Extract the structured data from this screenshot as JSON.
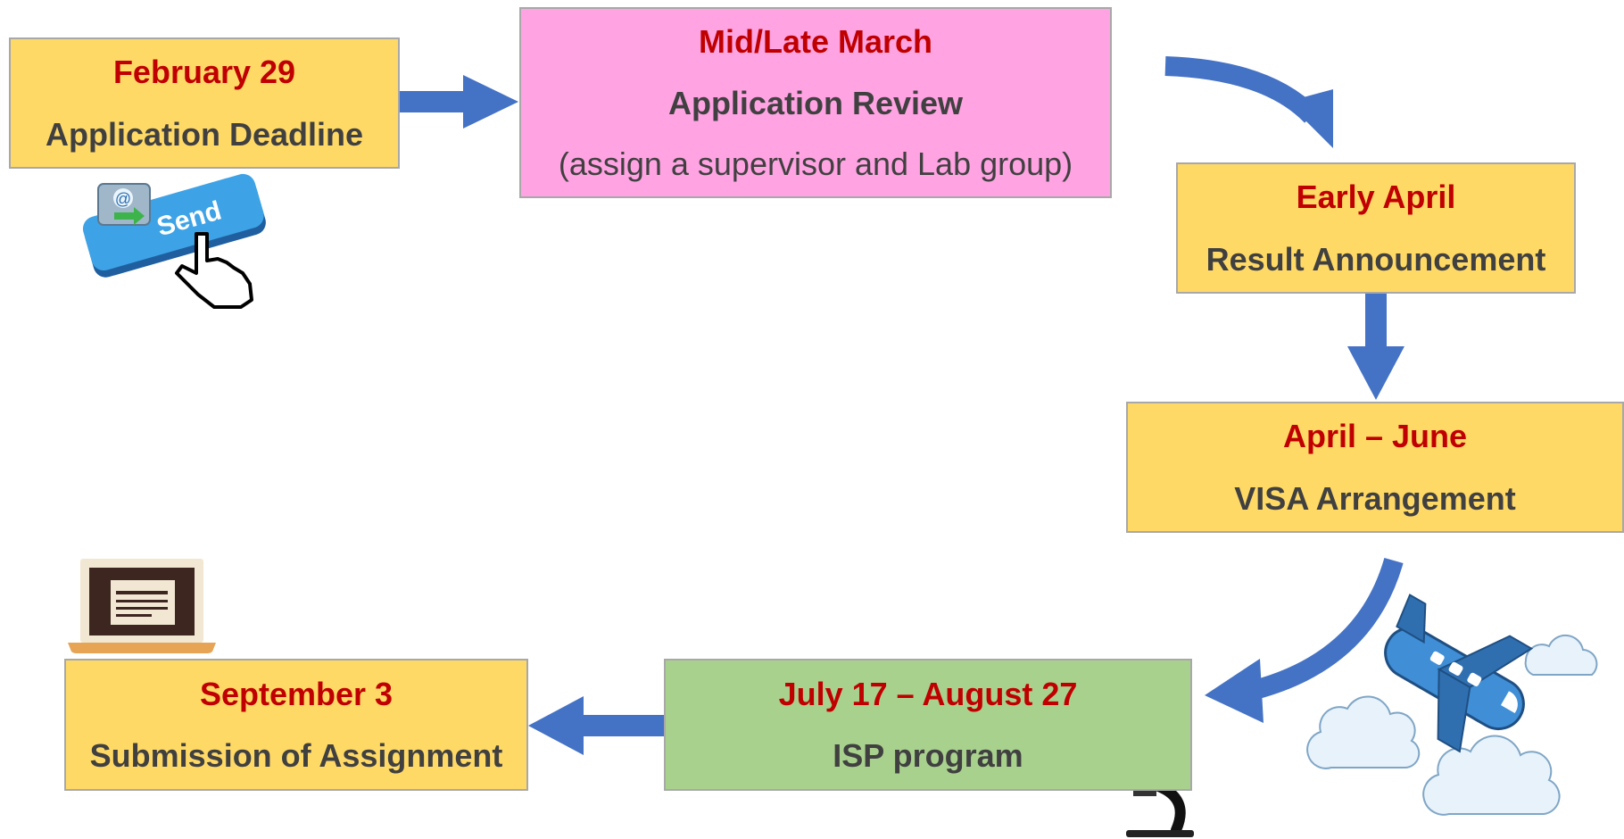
{
  "colors": {
    "yellow": "#ffd966",
    "pink": "#ffa3e3",
    "green": "#a9d18e",
    "arrow": "#4472c4",
    "date_text": "#c00000",
    "title_text": "#404040"
  },
  "steps": [
    {
      "date": "February 29",
      "title": "Application Deadline",
      "subtitle": ""
    },
    {
      "date": "Mid/Late March",
      "title": "Application Review",
      "subtitle": "(assign a supervisor and Lab group)"
    },
    {
      "date": "Early April",
      "title": "Result Announcement",
      "subtitle": ""
    },
    {
      "date": "April – June",
      "title": "VISA Arrangement",
      "subtitle": ""
    },
    {
      "date": "July 17 – August 27",
      "title": "ISP program",
      "subtitle": ""
    },
    {
      "date": "September 3",
      "title": "Submission of Assignment",
      "subtitle": ""
    }
  ],
  "send_button": {
    "label": "Send"
  },
  "icons": [
    "email-icon",
    "hand-pointer-icon",
    "laptop-icon",
    "atom-icon",
    "microscope-icon",
    "airplane-icon",
    "cloud-icon"
  ]
}
